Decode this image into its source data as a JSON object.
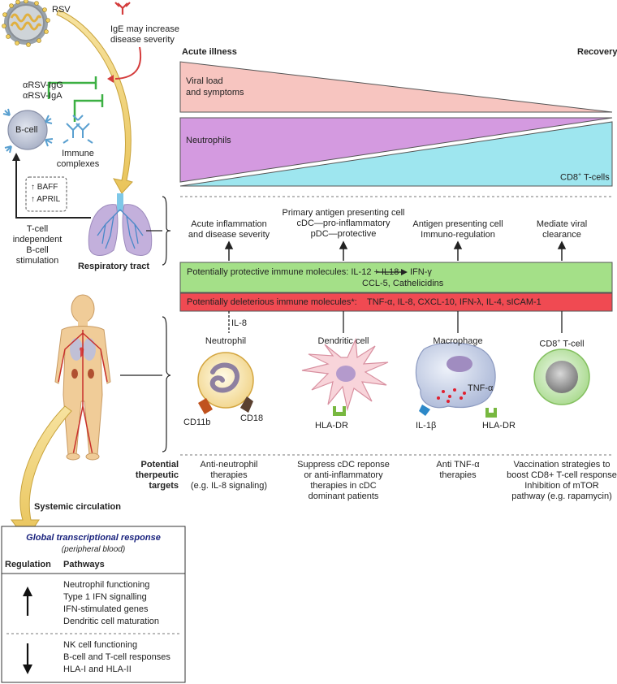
{
  "top_left": {
    "rsv_label": "RSV",
    "ige_label_line1": "IgE may increase",
    "ige_label_line2": "disease severity",
    "antibody_line1": "αRSV-IgG",
    "antibody_line2": "αRSV-IgA",
    "bcell_label": "B-cell",
    "immune_complexes_line1": "Immune",
    "immune_complexes_line2": "complexes",
    "baff_label": "BAFF",
    "april_label": "APRIL",
    "tcell_indep_line1": "T-cell",
    "tcell_indep_line2": "independent",
    "tcell_indep_line3": "B-cell",
    "tcell_indep_line4": "stimulation",
    "resp_tract_label": "Respiratory tract"
  },
  "timeline": {
    "acute_label": "Acute illness",
    "recovery_label": "Recovery",
    "viral_line1": "Viral load",
    "viral_line2": "and symptoms",
    "neutrophils_label": "Neutrophils",
    "cd8_label": "CD8",
    "cd8_sup": "+",
    "cd8_suffix": " T-cells",
    "colors": {
      "viral": "#f7c5c0",
      "neutrophils": "#d49ae0",
      "cd8": "#9ee6ef"
    }
  },
  "roles": [
    {
      "line1": "Acute inflammation",
      "line2": "and disease severity",
      "line3": ""
    },
    {
      "line1": "Primary antigen presenting cell",
      "line2": "cDC—pro-inflammatory",
      "line3": "pDC—protective"
    },
    {
      "line1": "Antigen presenting cell",
      "line2": "Immuno-regulation",
      "line3": ""
    },
    {
      "line1": "Mediate viral",
      "line2": "clearance",
      "line3": ""
    }
  ],
  "green_band": {
    "line1_prefix": "Potentially protective immune molecules:  IL-12 + IL18",
    "line1_suffix": "IFN-γ",
    "line2": "CCL-5, Cathelicidins",
    "color": "#a4e088"
  },
  "red_band": {
    "prefix": "Potentially deleterious immune molecules*:",
    "list": "TNF-α, IL-8, CXCL-10, IFN-λ, IL-4, sICAM-1",
    "color": "#f04a52"
  },
  "cells": {
    "il8_label": "IL-8",
    "neutrophil": "Neutrophil",
    "dendritic": "Dendritic cell",
    "macrophage": "Macrophage",
    "cd8": "CD8",
    "cd8_sup": "+",
    "cd8_suffix": " T-cell",
    "cd11b": "CD11b",
    "cd18": "CD18",
    "hla_dr_dc": "HLA-DR",
    "tnf": "TNF-α",
    "il1b": "IL-1β",
    "hla_dr_mac": "HLA-DR"
  },
  "targets": {
    "header_line1": "Potential",
    "header_line2": "therpeutic",
    "header_line3": "targets",
    "items": [
      {
        "lines": [
          "Anti-neutrophil",
          "therapies",
          "(e.g. IL-8 signaling)",
          ""
        ]
      },
      {
        "lines": [
          "Suppress cDC reponse",
          "or anti-inflammatory",
          "therapies in cDC",
          "dominant patients"
        ]
      },
      {
        "lines": [
          "Anti TNF-α",
          "therapies",
          "",
          ""
        ]
      },
      {
        "lines": [
          "Vaccination strategies to",
          "boost CD8+ T-cell response",
          "Inhibition of mTOR",
          "pathway (e.g. rapamycin)"
        ]
      }
    ]
  },
  "systemic_label": "Systemic circulation",
  "global_box": {
    "title": "Global transcriptional response",
    "subtitle": "(peripheral blood)",
    "col_regulation": "Regulation",
    "col_pathways": "Pathways",
    "up_pathways": [
      "Neutrophil functioning",
      "Type 1 IFN signalling",
      "IFN-stimulated genes",
      "Dendritic cell maturation"
    ],
    "down_pathways": [
      "NK cell functioning",
      "B-cell and  T-cell responses",
      "HLA-I and HLA-II"
    ]
  }
}
